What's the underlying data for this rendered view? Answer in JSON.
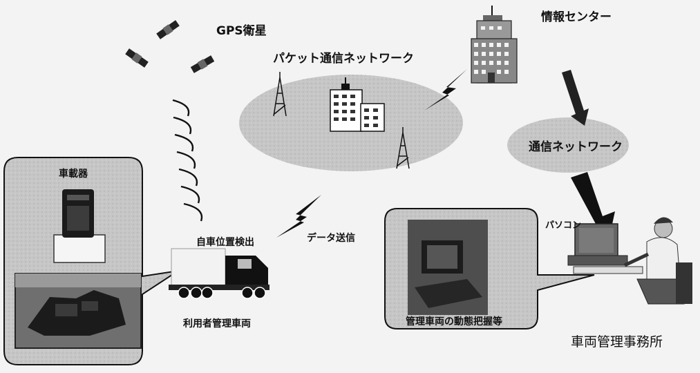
{
  "labels": {
    "gps_satellite": "GPS衛星",
    "packet_network": "パケット通信ネットワーク",
    "info_center": "情報センター",
    "comm_network": "通信ネットワーク",
    "onboard_device": "車載器",
    "self_position": "自車位置検出",
    "data_transmission": "データ送信",
    "user_vehicle": "利用者管理車両",
    "pc": "パソコン",
    "monitoring": "管理車両の動態把握等",
    "management_office": "車両管理事務所"
  },
  "colors": {
    "background": "#f3f3f3",
    "network_ellipse": "#c4c4c4",
    "callout": "#cfcfcf",
    "ink": "#111111"
  }
}
